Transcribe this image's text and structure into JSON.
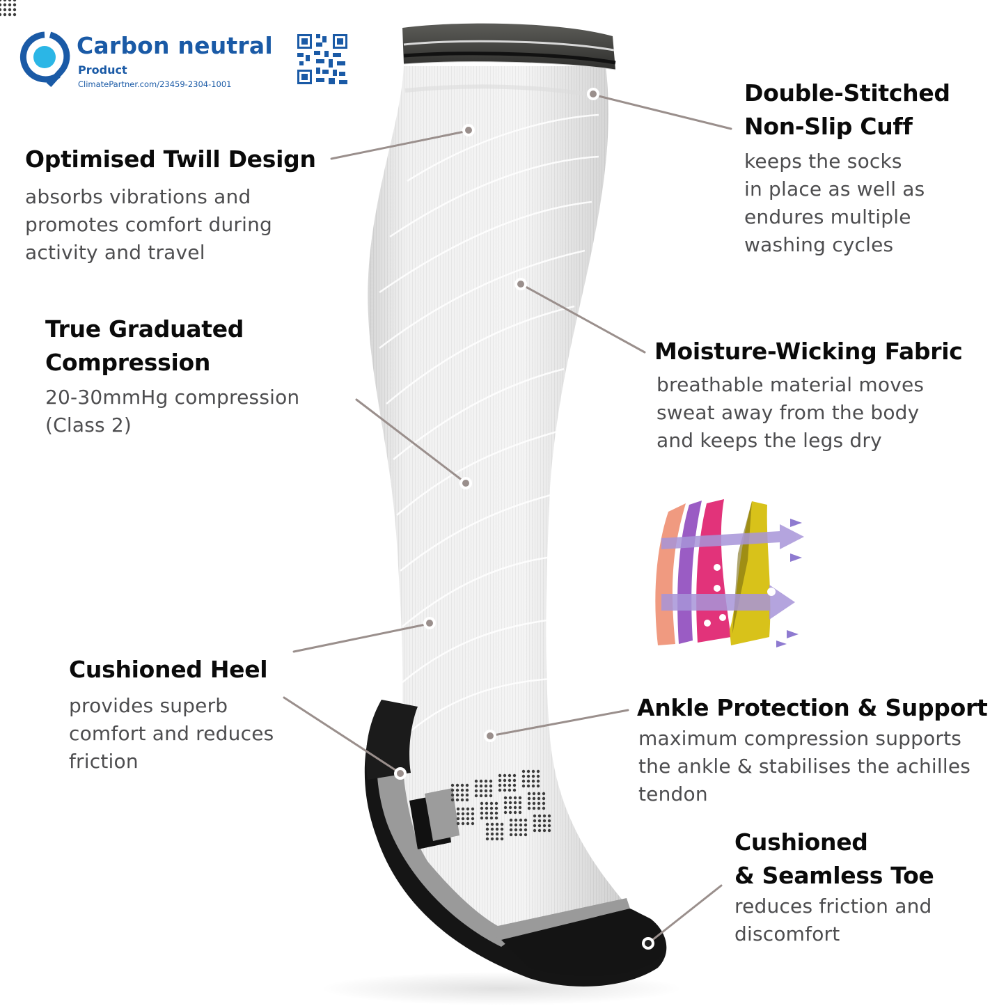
{
  "badge": {
    "title": "Carbon neutral",
    "subtitle": "Product",
    "url_text": "ClimatePartner.com/23459-2304-1001",
    "icon": "climate-partner-logo-icon",
    "qr": "qr-code-icon",
    "colors": {
      "dark_blue": "#1a5aa6",
      "light_blue": "#2bb6e6"
    }
  },
  "features": [
    {
      "id": "twill",
      "title_lines": [
        "Optimised Twill Design"
      ],
      "desc_lines": [
        "absorbs vibrations and",
        "promotes comfort during",
        "activity and travel"
      ]
    },
    {
      "id": "compression",
      "title_lines": [
        "True Graduated",
        "Compression"
      ],
      "desc_lines": [
        "20-30mmHg compression",
        "(Class 2)"
      ]
    },
    {
      "id": "heel",
      "title_lines": [
        "Cushioned Heel"
      ],
      "desc_lines": [
        "provides superb",
        "comfort and reduces",
        "friction"
      ]
    },
    {
      "id": "cuff",
      "title_lines": [
        "Double-Stitched",
        "Non-Slip Cuff"
      ],
      "desc_lines": [
        "keeps the socks",
        "in place as well as",
        "endures multiple",
        "washing cycles"
      ]
    },
    {
      "id": "moisture",
      "title_lines": [
        "Moisture-Wicking Fabric"
      ],
      "desc_lines": [
        "breathable material moves",
        "sweat away from the body",
        "and keeps the legs dry"
      ]
    },
    {
      "id": "ankle",
      "title_lines": [
        "Ankle Protection & Support"
      ],
      "desc_lines": [
        "maximum compression supports",
        "the ankle & stabilises the achilles",
        "tendon"
      ]
    },
    {
      "id": "toe",
      "title_lines": [
        "Cushioned",
        "& Seamless Toe"
      ],
      "desc_lines": [
        "reduces friction and",
        "discomfort"
      ]
    }
  ],
  "illustrations": {
    "product": "compression-sock-illustration",
    "fabric_layers": "moisture-wicking-layers-icon"
  },
  "colors": {
    "title": "#0a0a0a",
    "description": "#4d4d4f",
    "callout_line": "#9a8f8c",
    "sock_white": "#ededed",
    "sock_black": "#151515",
    "sock_grey": "#8f8f8f"
  }
}
